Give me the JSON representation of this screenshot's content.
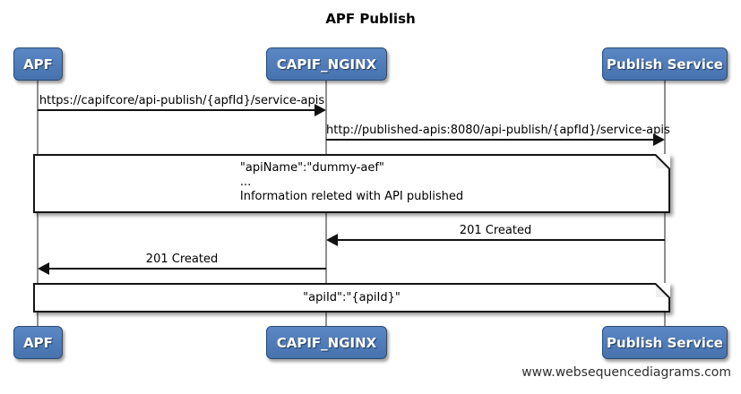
{
  "title": "APF Publish",
  "actors": [
    {
      "label": "APF"
    },
    {
      "label": "CAPIF_NGINX"
    },
    {
      "label": "Publish Service"
    }
  ],
  "messages": [
    {
      "text": "https://capifcore/api-publish/{apfId}/service-apis",
      "from": "APF",
      "to": "CAPIF_NGINX",
      "direction": "right"
    },
    {
      "text": "http://published-apis:8080/api-publish/{apfId}/service-apis",
      "from": "CAPIF_NGINX",
      "to": "Publish Service",
      "direction": "right"
    },
    {
      "text": "201 Created",
      "from": "Publish Service",
      "to": "CAPIF_NGINX",
      "direction": "left"
    },
    {
      "text": "201 Created",
      "from": "CAPIF_NGINX",
      "to": "APF",
      "direction": "left"
    }
  ],
  "notes": [
    {
      "lines": [
        "\"apiName\":\"dummy-aef\"",
        "...",
        "Information releted with API published"
      ]
    },
    {
      "lines": [
        "\"apiId\":\"{apiId}\""
      ]
    }
  ],
  "watermark": "www.websequencediagrams.com",
  "colors": {
    "actor_fill": "#4d7cbb",
    "actor_border": "#2b4a70",
    "lifeline": "#8f8f8f",
    "arrow": "#111111",
    "note_bg": "#ffffff"
  }
}
